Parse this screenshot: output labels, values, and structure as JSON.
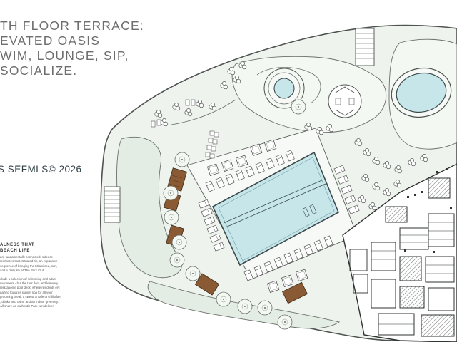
{
  "heading": {
    "line1": "TH FLOOR TERRACE:",
    "line2": "EVATED OASIS",
    "line3": "WIM, LOUNGE, SIP,",
    "line4": "SOCIALIZE."
  },
  "watermark": "S  SEFMLS© 2026",
  "side_panel": {
    "title_line1": "ALNESS THAT",
    "title_line2": "BEACH LIFE",
    "paragraph1": "are fundamentally connected. sidence reinforces that. Situated ric, an expansive sequence of bringing the Miami sea, sun, and e daily life at The Park Club.",
    "paragraph2": "clude a selection of swimming and adult swimmers - but the tant flora and leisurely relaxation e pool deck, where residents ery, gazing towards sunset spa for all your grooming break a sweat; a cafe to chill after, , drinks and calm; and an indoor greenery. All share an authentic Park can deliver."
  },
  "colors": {
    "pool_water": "#c6e6ea",
    "deck_fill": "#eef3ee",
    "line": "#5b605c",
    "lounger_brown": "#8a5a34",
    "heading_text": "#6d6d6d"
  }
}
